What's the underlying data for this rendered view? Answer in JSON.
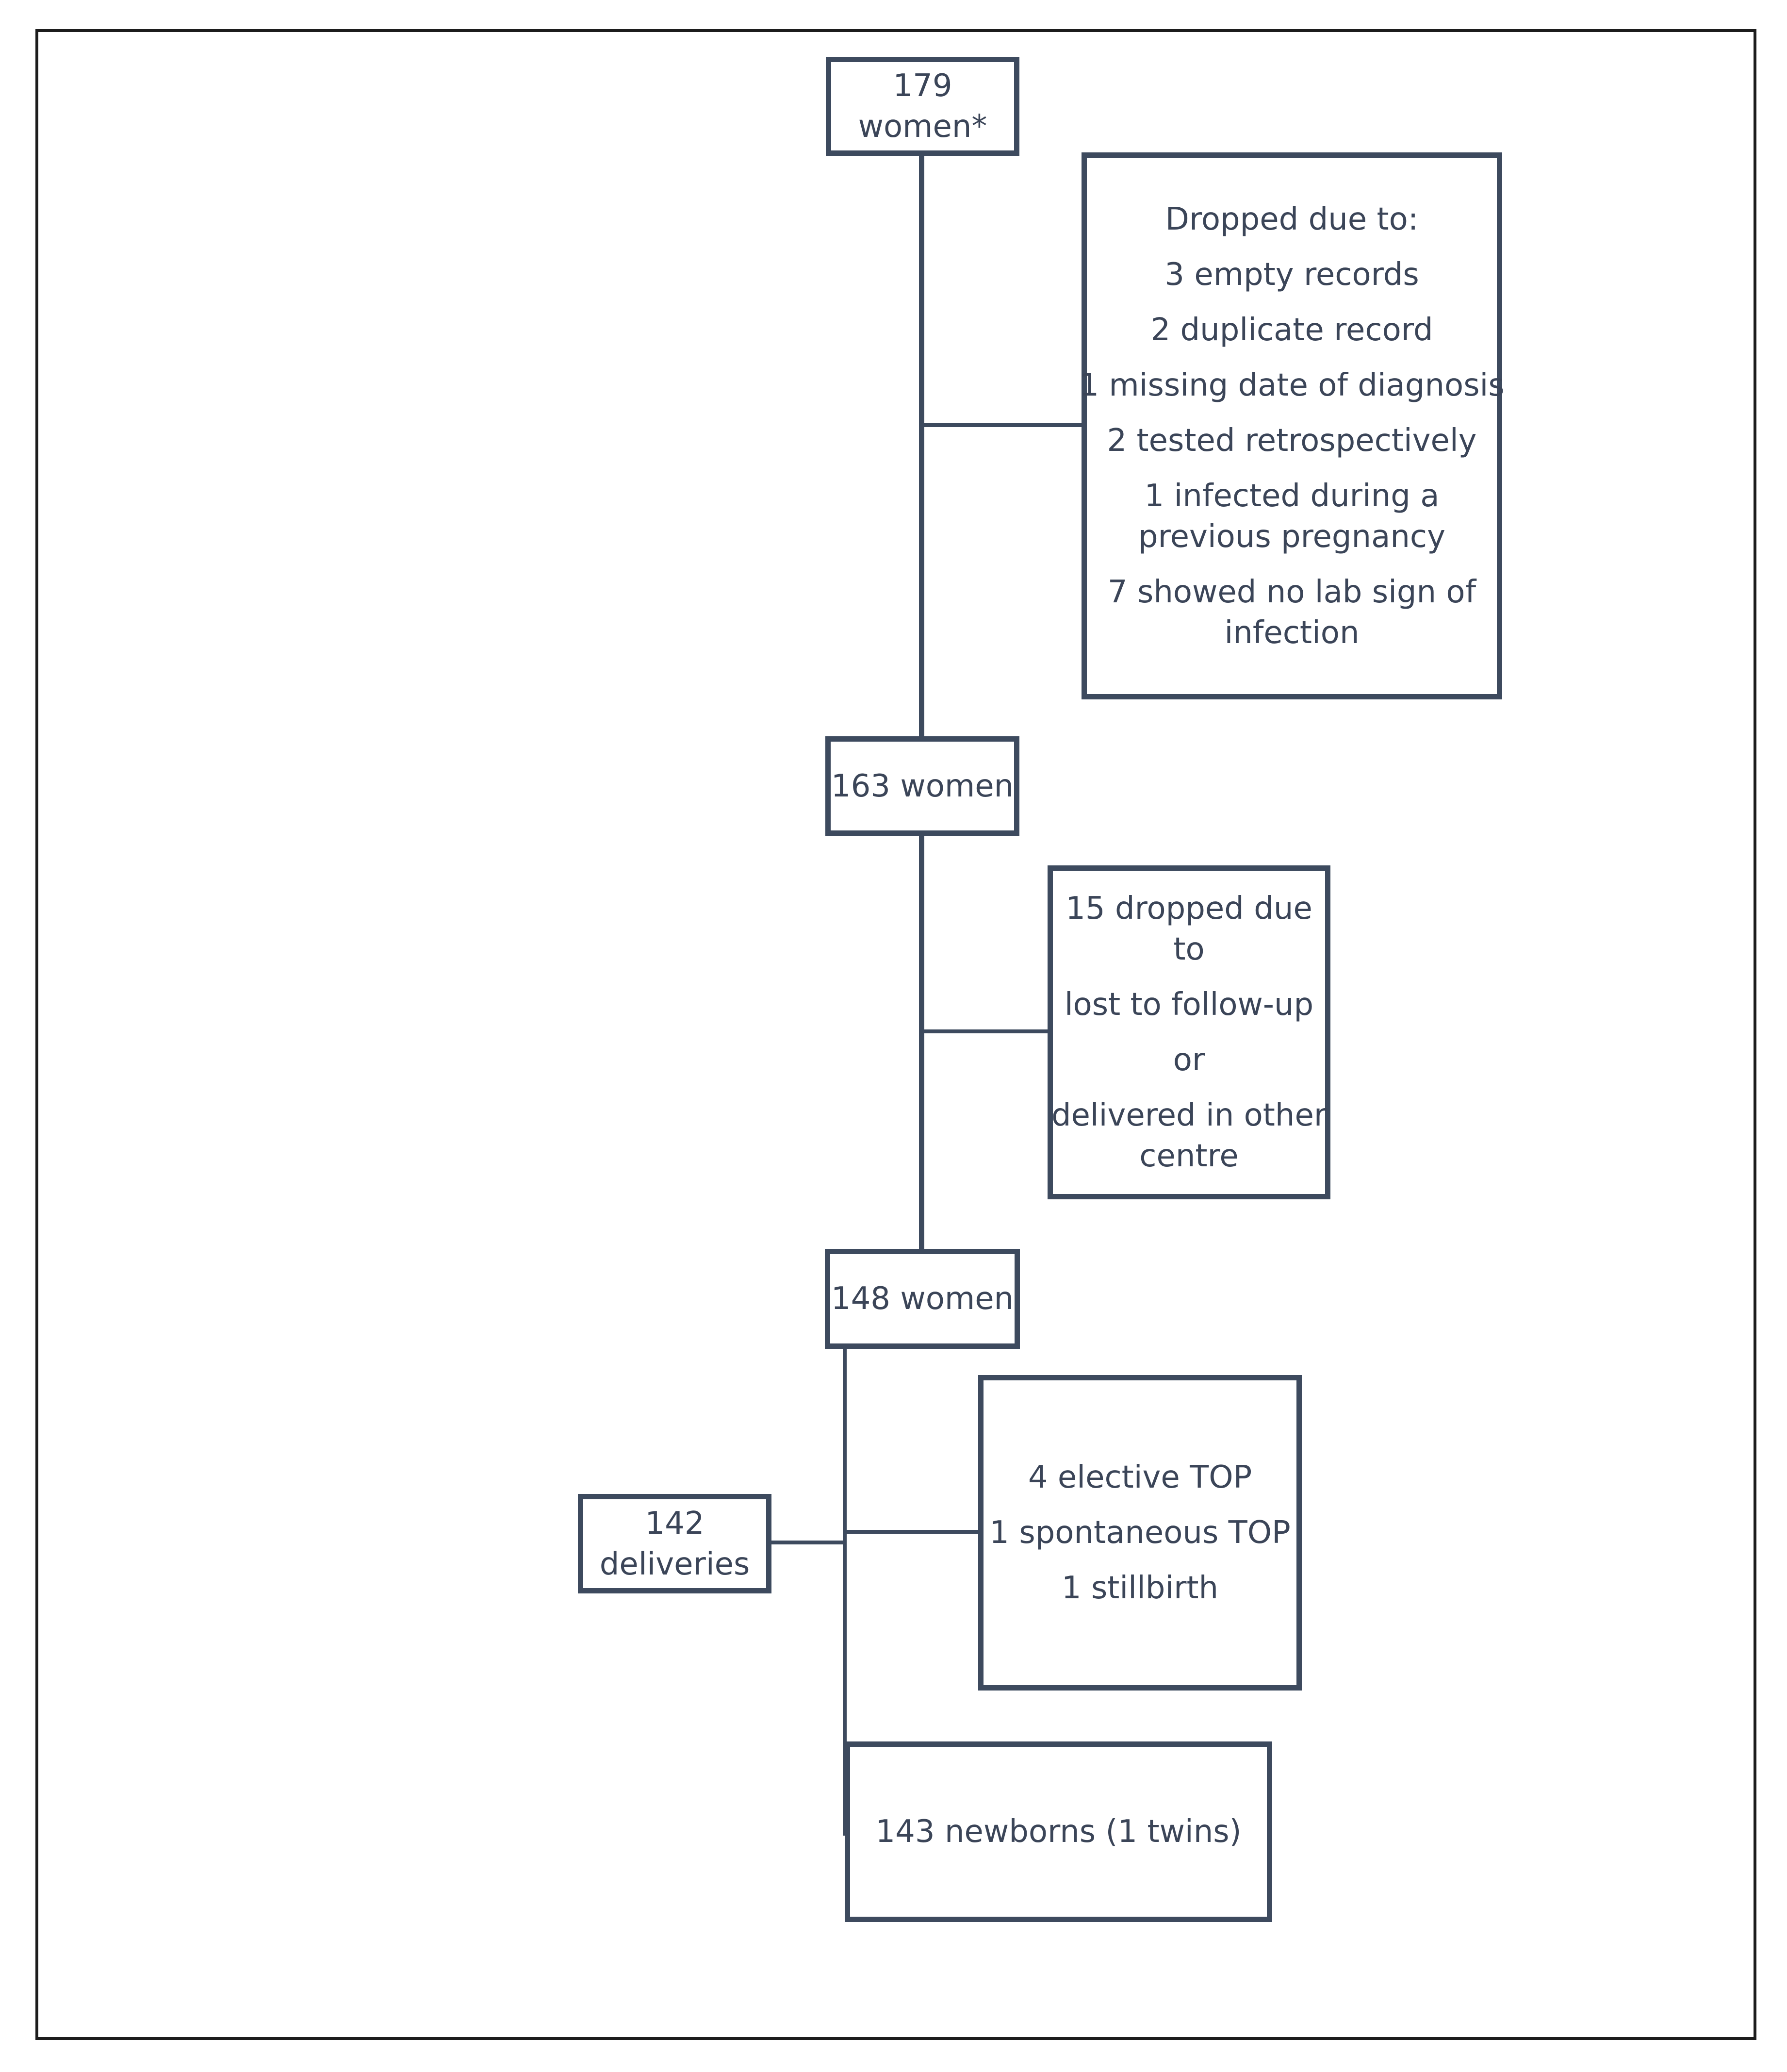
{
  "diagram": {
    "box_179": [
      "179",
      "women*"
    ],
    "excl_1": {
      "heading": "Dropped due to:",
      "items": [
        [
          "3 empty records"
        ],
        [
          "2 duplicate record"
        ],
        [
          "1 missing date of diagnosis"
        ],
        [
          "2 tested retrospectively"
        ],
        [
          "1 infected during a",
          "previous pregnancy"
        ],
        [
          "7 showed no lab sign of",
          "infection"
        ]
      ]
    },
    "box_163": "163 women",
    "excl_2": {
      "items": [
        [
          "15 dropped due",
          "to"
        ],
        [
          "lost to follow-up"
        ],
        [
          "or"
        ],
        [
          "delivered in other",
          "centre"
        ]
      ]
    },
    "box_148": "148 women",
    "box_142": [
      "142",
      "deliveries"
    ],
    "excl_3": {
      "items": [
        "4 elective TOP",
        "1 spontaneous TOP",
        "1 stillbirth"
      ]
    },
    "box_143": "143 newborns (1 twins)",
    "colors": {
      "border": "#3d4a5e",
      "text": "#3b4558",
      "frame": "#1c1c1c"
    }
  }
}
